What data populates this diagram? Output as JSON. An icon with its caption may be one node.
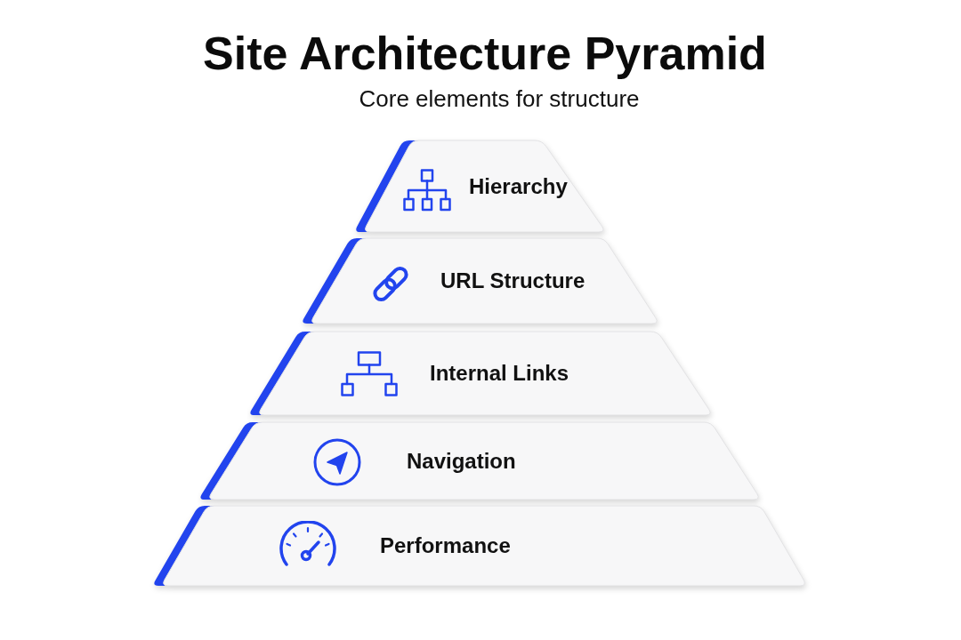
{
  "diagram": {
    "title": "Site Architecture Pyramid",
    "nodes": [
      {
        "text": [
          "Hierarchy"
        ]
      },
      {
        "text": [
          "URL Structure"
        ]
      },
      {
        "text": [
          "Internal Links"
        ]
      },
      {
        "text": [
          "Navigation"
        ]
      },
      {
        "text": [
          "Performance"
        ]
      }
    ],
    "labels": [
      "Core elements for structure"
    ]
  }
}
